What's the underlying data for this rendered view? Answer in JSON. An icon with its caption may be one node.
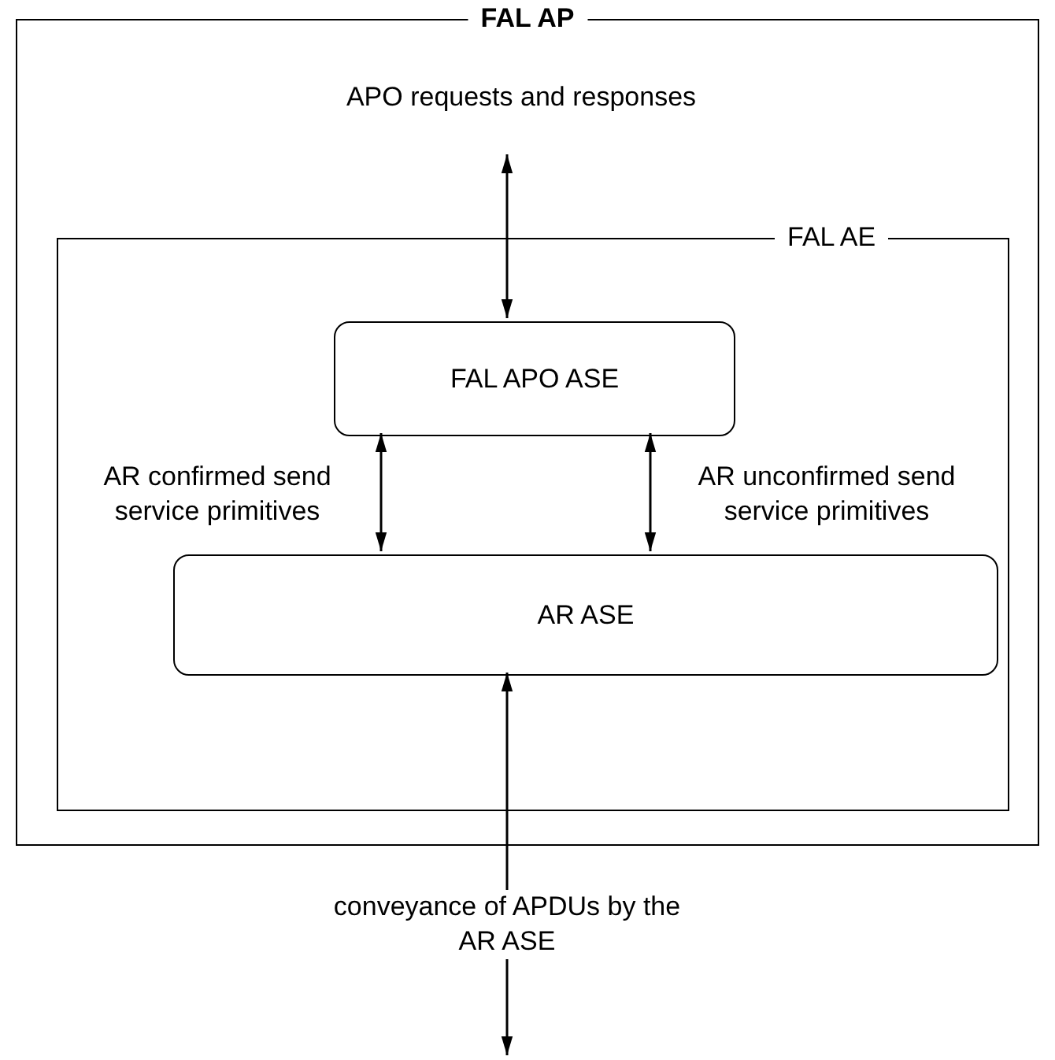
{
  "diagram": {
    "nodes": [
      {
        "text": [
          "FAL AP"
        ]
      },
      {
        "text": [
          "FAL AE"
        ],
        "in": 0
      },
      {
        "text": [
          "FAL APO ASE"
        ],
        "in": 1
      },
      {
        "text": [
          "AR ASE"
        ],
        "in": 1
      },
      {
        "text": [
          "APO requests and responses"
        ],
        "in": 0
      }
    ],
    "edges": [
      {
        "from": 4,
        "to": 2,
        "arrow": "both"
      },
      {
        "from": 2,
        "to": 3,
        "arrow": "both",
        "label": "AR confirmed send service primitives"
      },
      {
        "from": 2,
        "to": 3,
        "arrow": "both",
        "label": "AR unconfirmed send service primitives"
      },
      {
        "from": 3,
        "to": null,
        "arrow": "both",
        "label": "conveyance of APDUs by the AR ASE"
      }
    ]
  }
}
